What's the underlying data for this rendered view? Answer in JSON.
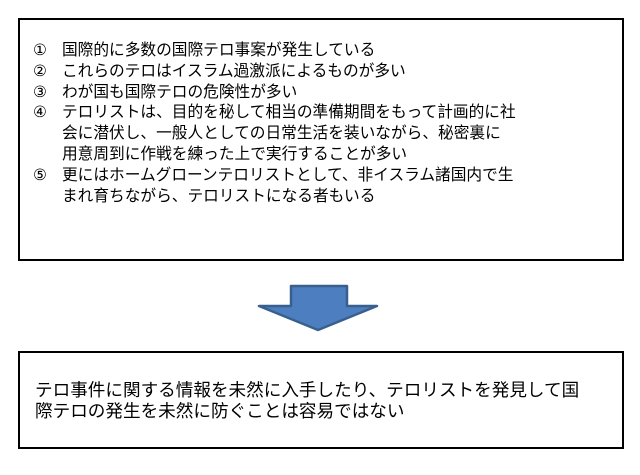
{
  "colors": {
    "box_border": "#000000",
    "box_background": "#ffffff",
    "page_background": "#ffffff",
    "text": "#000000",
    "arrow_fill": "#4d7ebf",
    "arrow_border": "#38608f"
  },
  "top_box": {
    "items": [
      {
        "num": "①",
        "lines": [
          "国際的に多数の国際テロ事案が発生している"
        ]
      },
      {
        "num": "②",
        "lines": [
          "これらのテロはイスラム過激派によるものが多い"
        ]
      },
      {
        "num": "③",
        "lines": [
          "わが国も国際テロの危険性が多い"
        ]
      },
      {
        "num": "④",
        "lines": [
          "テロリストは、目的を秘して相当の準備期間をもって計画的に社",
          "会に潜伏し、一般人としての日常生活を装いながら、秘密裏に",
          "用意周到に作戦を練った上で実行することが多い"
        ]
      },
      {
        "num": "⑤",
        "lines": [
          "更にはホームグローンテロリストとして、非イスラム諸国内で生",
          "まれ育ちながら、テロリストになる者もいる"
        ]
      }
    ]
  },
  "arrow": {
    "name": "down-block-arrow"
  },
  "bottom_box": {
    "lines": [
      "テロ事件に関する情報を未然に入手したり、テロリストを発見して国",
      "際テロの発生を未然に防ぐことは容易ではない"
    ]
  }
}
